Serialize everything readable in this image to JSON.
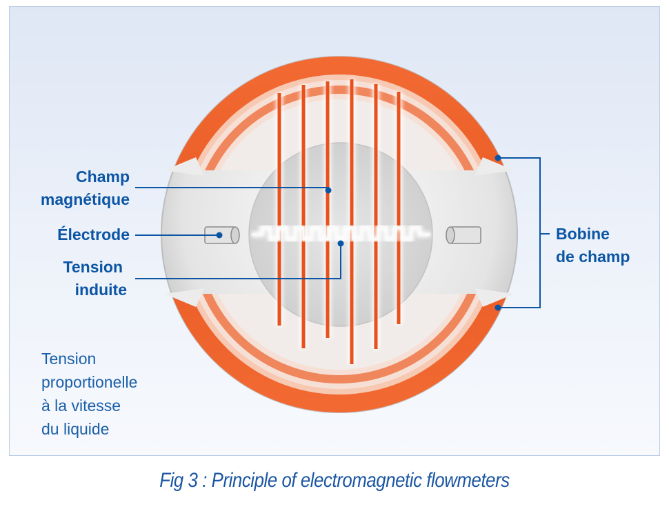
{
  "labels": {
    "champ_line1": "Champ",
    "champ_line2": "magnétique",
    "electrode": "Électrode",
    "tension_line1": "Tension",
    "tension_line2": "induite",
    "bobine_line1": "Bobine",
    "bobine_line2": "de champ"
  },
  "note": {
    "line1": "Tension",
    "line2": "proportionelle",
    "line3": "à la vitesse",
    "line4": "du liquide"
  },
  "caption": "Fig 3 : Principle of electromagnetic flowmeters",
  "colors": {
    "coil_orange": "#ee5a24",
    "label_blue": "#0b55a4",
    "background": "#e5ecf7"
  }
}
